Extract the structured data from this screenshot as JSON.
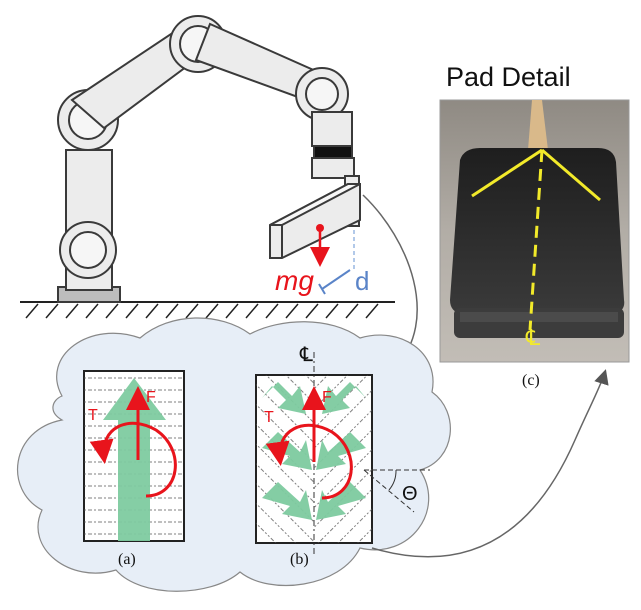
{
  "labels": {
    "pad_title": "Pad Detail",
    "mass_gravity": "mg",
    "distance": "d",
    "force": "F",
    "torque": "T",
    "centerline": "℄",
    "angle": "Θ",
    "panel_a": "(a)",
    "panel_b": "(b)",
    "panel_c": "(c)"
  },
  "colors": {
    "robot_fill": "#ececec",
    "robot_stroke": "#3a3a3a",
    "cloud_fill": "#e7eef7",
    "force_red": "#e8141c",
    "arrow_green": "#7ecba0",
    "distance_blue": "#5a84c8",
    "pad_yellow": "#f2ea2a",
    "pad_dark": "#2a2a2a",
    "photo_bg": "#a8a39c"
  }
}
